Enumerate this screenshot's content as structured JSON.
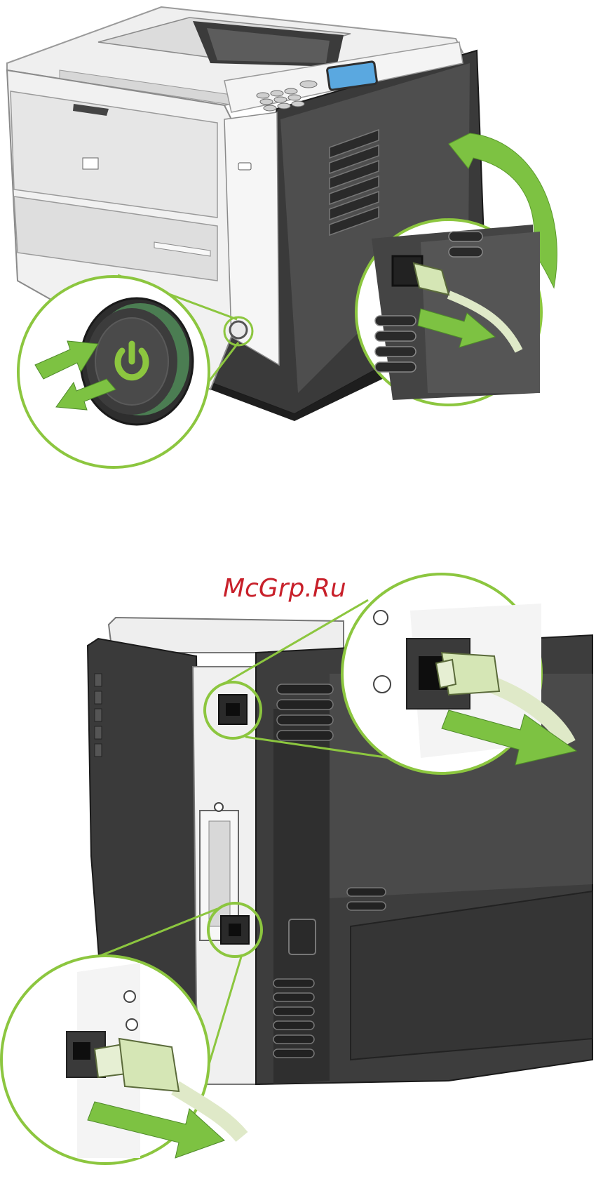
{
  "watermark": {
    "text": "McGrp.Ru"
  },
  "colors": {
    "accent_green": "#8cc63f",
    "callout_green": "#7dc242",
    "arrow_green": "#6ab04c",
    "printer_dark": "#3c3c3c",
    "printer_light": "#e8e8e8",
    "cable": "#dfe9c8"
  },
  "figures": [
    {
      "name": "printer-front-view",
      "callouts": [
        "power-button-callout",
        "power-cable-callout"
      ]
    },
    {
      "name": "printer-rear-view",
      "callouts": [
        "network-port-callout",
        "usb-port-callout"
      ]
    }
  ],
  "icons": [
    "power-icon",
    "push-arrow-icon",
    "release-arrow-icon",
    "pull-arrow-icon",
    "curved-arrow-icon"
  ]
}
